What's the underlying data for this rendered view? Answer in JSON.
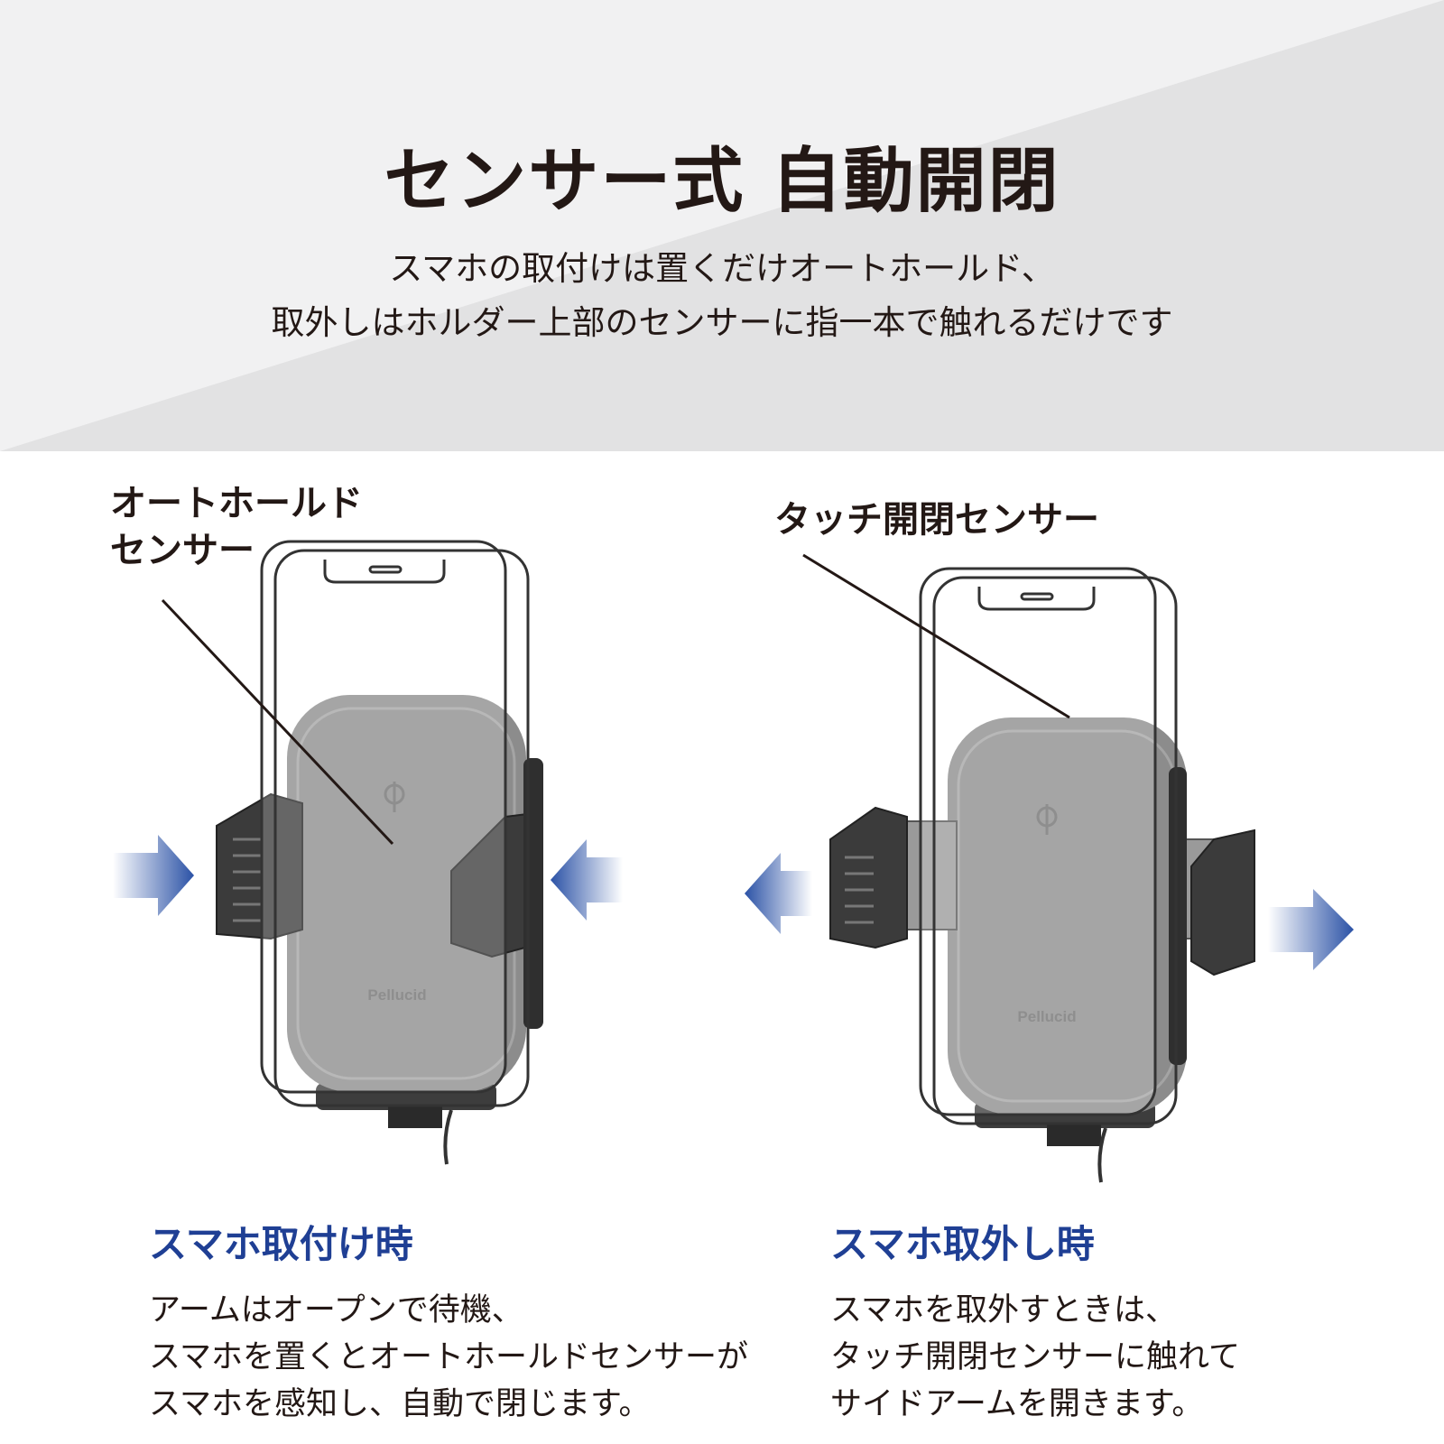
{
  "header": {
    "title": "センサー式 自動開閉",
    "lead_lines": [
      "スマホの取付けは置くだけオートホールド、",
      "取外しはホルダー上部のセンサーに指一本で触れるだけです"
    ]
  },
  "left_panel": {
    "callout_lines": [
      "オートホールド",
      "センサー"
    ],
    "device_brand": "Pellucid",
    "caption_title": "スマホ取付け時",
    "caption_lines": [
      "アームはオープンで待機、",
      "スマホを置くとオートホールドセンサーが",
      "スマホを感知し、自動で閉じます。"
    ]
  },
  "right_panel": {
    "callout_lines": [
      "タッチ開閉センサー"
    ],
    "device_brand": "Pellucid",
    "caption_title": "スマホ取外し時",
    "caption_lines": [
      "スマホを取外すときは、",
      "タッチ開閉センサーに触れて",
      "サイドアームを開きます。"
    ]
  },
  "colors": {
    "background_light": "#f1f1f2",
    "background_shade": "#e2e2e3",
    "text": "#231815",
    "accent_blue": "#1f3f94",
    "arrow_blue": "#2b52a6"
  },
  "icons": [
    "arrow-in-icon",
    "arrow-out-icon",
    "qi-icon",
    "phone-outline",
    "holder-body"
  ]
}
